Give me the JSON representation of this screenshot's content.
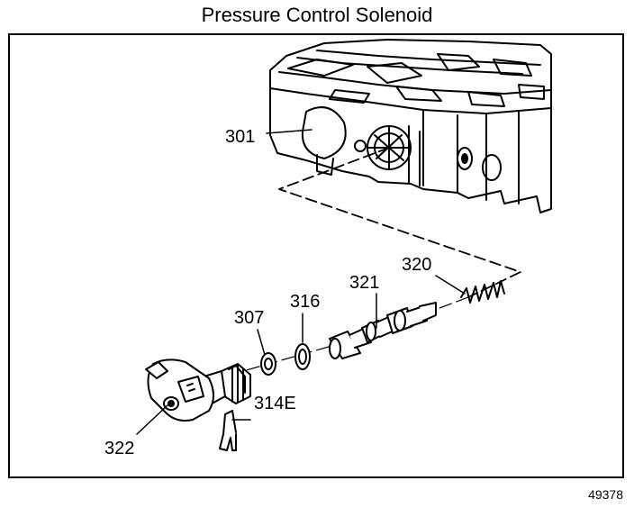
{
  "title": "Pressure Control Solenoid",
  "figure_number": "49378",
  "callouts": {
    "valve_body": "301",
    "spring": "320",
    "valve": "321",
    "seal_ring": "316",
    "o_ring": "307",
    "retainer_clip": "314E",
    "solenoid": "322"
  }
}
